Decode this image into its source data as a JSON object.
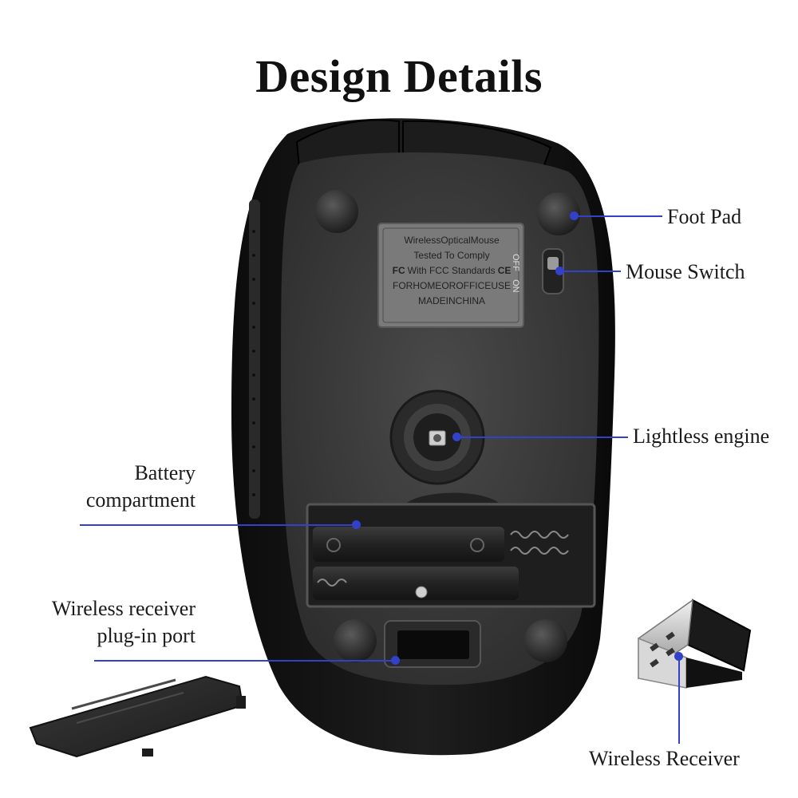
{
  "title": "Design Details",
  "labels": {
    "foot_pad": "Foot Pad",
    "mouse_switch": "Mouse Switch",
    "lightless_engine": "Lightless engine",
    "battery_line1": "Battery",
    "battery_line2": "compartment",
    "receiver_port_line1": "Wireless receiver",
    "receiver_port_line2": "plug-in port",
    "wireless_receiver": "Wireless Receiver"
  },
  "sticker": {
    "line1": "WirelessOpticalMouse",
    "line2": "Tested To Comply",
    "line3": "With FCC Standards",
    "line4": "FORHOMEOROFFICEUSE",
    "line5": "MADEINCHINA",
    "fc_mark": "FC",
    "ce_mark": "CE"
  },
  "switch_text": {
    "off": "OFF",
    "on": "ON"
  },
  "colors": {
    "annotation": "#3340c8",
    "mouse_shell": "#111111",
    "mouse_base": "#3a3a3a"
  }
}
